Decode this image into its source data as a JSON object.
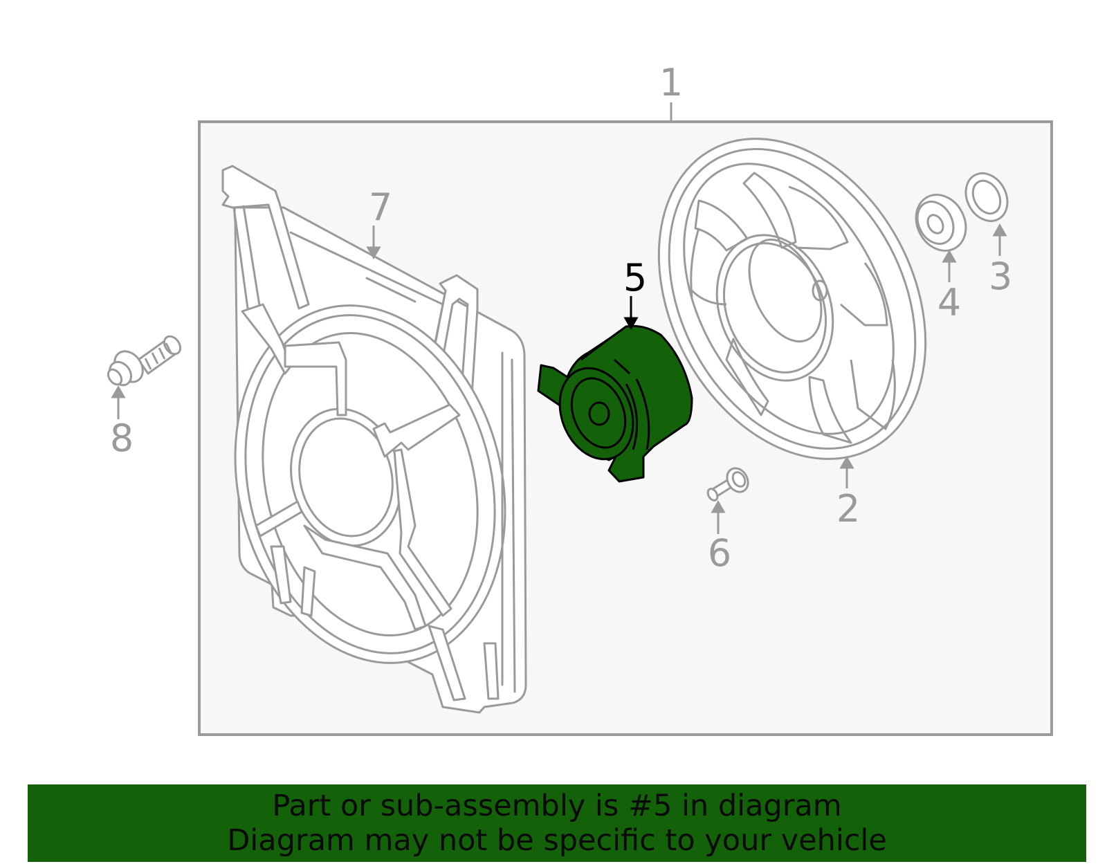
{
  "callouts": [
    {
      "id": "1",
      "label": "1"
    },
    {
      "id": "2",
      "label": "2"
    },
    {
      "id": "3",
      "label": "3"
    },
    {
      "id": "4",
      "label": "4"
    },
    {
      "id": "5",
      "label": "5"
    },
    {
      "id": "6",
      "label": "6"
    },
    {
      "id": "7",
      "label": "7"
    },
    {
      "id": "8",
      "label": "8"
    }
  ],
  "highlighted_part": "5",
  "banner": {
    "line1": "Part or sub-assembly is #5 in diagram",
    "line2": "Diagram may not be specific to your vehicle"
  },
  "colors": {
    "highlight": "#136109",
    "line_gray": "#9a9a9a",
    "panel_bg": "#f7f7f7",
    "banner_bg": "#136109"
  }
}
